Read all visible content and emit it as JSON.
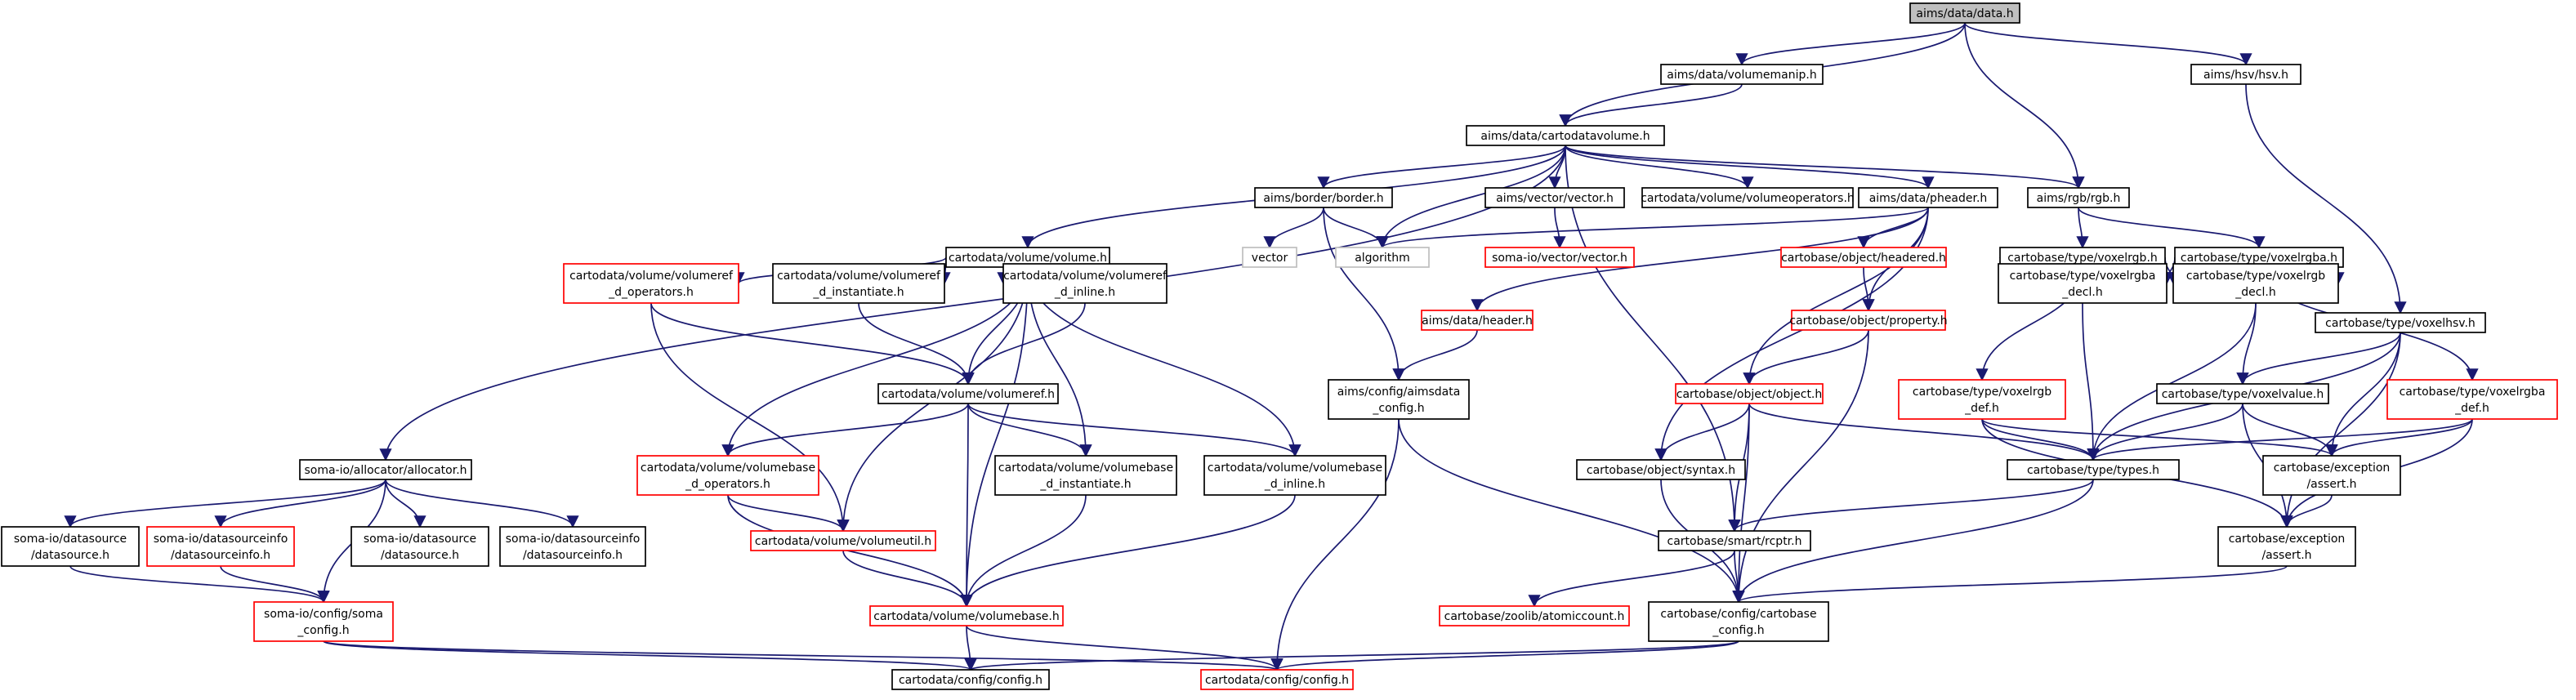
{
  "diagram": {
    "type": "include-dependency-graph",
    "colors": {
      "edge": "#191970",
      "normal_border": "#000000",
      "truncated_border": "#ff0000",
      "undocumented_border": "#bfbfbf",
      "root_fill": "#bfbfbf"
    },
    "nodes": {
      "root": {
        "lines": [
          "aims/data/data.h"
        ],
        "style": "root"
      },
      "volumemanip": {
        "lines": [
          "aims/data/volumemanip.h"
        ],
        "style": "normal"
      },
      "hsv": {
        "lines": [
          "aims/hsv/hsv.h"
        ],
        "style": "normal"
      },
      "cdv": {
        "lines": [
          "aims/data/cartodatavolume.h"
        ],
        "style": "normal"
      },
      "border": {
        "lines": [
          "aims/border/border.h"
        ],
        "style": "normal"
      },
      "vectorh": {
        "lines": [
          "aims/vector/vector.h"
        ],
        "style": "normal"
      },
      "volops": {
        "lines": [
          "cartodata/volume/volumeoperators.h"
        ],
        "style": "normal"
      },
      "pheader": {
        "lines": [
          "aims/data/pheader.h"
        ],
        "style": "normal"
      },
      "rgb": {
        "lines": [
          "aims/rgb/rgb.h"
        ],
        "style": "normal"
      },
      "vector": {
        "lines": [
          "vector"
        ],
        "style": "gray"
      },
      "algorithm": {
        "lines": [
          "algorithm"
        ],
        "style": "gray"
      },
      "somavector": {
        "lines": [
          "soma-io/vector/vector.h"
        ],
        "style": "red"
      },
      "headered": {
        "lines": [
          "cartobase/object/headered.h"
        ],
        "style": "red"
      },
      "voxelrgb": {
        "lines": [
          "cartobase/type/voxelrgb.h"
        ],
        "style": "normal"
      },
      "voxelrgba": {
        "lines": [
          "cartobase/type/voxelrgba.h"
        ],
        "style": "normal"
      },
      "volume": {
        "lines": [
          "cartodata/volume/volume.h"
        ],
        "style": "normal"
      },
      "vrefops": {
        "lines": [
          "cartodata/volume/volumeref",
          "_d_operators.h"
        ],
        "style": "red"
      },
      "vrefinst": {
        "lines": [
          "cartodata/volume/volumeref",
          "_d_instantiate.h"
        ],
        "style": "normal"
      },
      "vrefinline": {
        "lines": [
          "cartodata/volume/volumeref",
          "_d_inline.h"
        ],
        "style": "normal"
      },
      "aheader": {
        "lines": [
          "aims/data/header.h"
        ],
        "style": "red"
      },
      "property": {
        "lines": [
          "cartobase/object/property.h"
        ],
        "style": "red"
      },
      "vrgbadecl": {
        "lines": [
          "cartobase/type/voxelrgba",
          "_decl.h"
        ],
        "style": "normal"
      },
      "vrgbdecl": {
        "lines": [
          "cartobase/type/voxelrgb",
          "_decl.h"
        ],
        "style": "normal"
      },
      "voxelhsv": {
        "lines": [
          "cartobase/type/voxelhsv.h"
        ],
        "style": "normal"
      },
      "volumeref": {
        "lines": [
          "cartodata/volume/volumeref.h"
        ],
        "style": "normal"
      },
      "aimsconfig": {
        "lines": [
          "aims/config/aimsdata",
          "_config.h"
        ],
        "style": "normal"
      },
      "object": {
        "lines": [
          "cartobase/object/object.h"
        ],
        "style": "red"
      },
      "vrgbdef": {
        "lines": [
          "cartobase/type/voxelrgb",
          "_def.h"
        ],
        "style": "red"
      },
      "voxelvalue": {
        "lines": [
          "cartobase/type/voxelvalue.h"
        ],
        "style": "normal"
      },
      "vrgbadef": {
        "lines": [
          "cartobase/type/voxelrgba",
          "_def.h"
        ],
        "style": "red"
      },
      "allocator": {
        "lines": [
          "soma-io/allocator/allocator.h"
        ],
        "style": "normal"
      },
      "vbaseops": {
        "lines": [
          "cartodata/volume/volumebase",
          "_d_operators.h"
        ],
        "style": "red"
      },
      "vbaseinst": {
        "lines": [
          "cartodata/volume/volumebase",
          "_d_instantiate.h"
        ],
        "style": "normal"
      },
      "vbaseinline": {
        "lines": [
          "cartodata/volume/volumebase",
          "_d_inline.h"
        ],
        "style": "normal"
      },
      "syntax": {
        "lines": [
          "cartobase/object/syntax.h"
        ],
        "style": "normal"
      },
      "types": {
        "lines": [
          "cartobase/type/types.h"
        ],
        "style": "normal"
      },
      "excassert1": {
        "lines": [
          "cartobase/exception",
          "/assert.h"
        ],
        "style": "normal"
      },
      "ds1": {
        "lines": [
          "soma-io/datasource",
          "/datasource.h"
        ],
        "style": "normal"
      },
      "dsinfo1": {
        "lines": [
          "soma-io/datasourceinfo",
          "/datasourceinfo.h"
        ],
        "style": "red"
      },
      "ds2": {
        "lines": [
          "soma-io/datasource",
          "/datasource.h"
        ],
        "style": "normal"
      },
      "dsinfo2": {
        "lines": [
          "soma-io/datasourceinfo",
          "/datasourceinfo.h"
        ],
        "style": "normal"
      },
      "volutil": {
        "lines": [
          "cartodata/volume/volumeutil.h"
        ],
        "style": "red"
      },
      "rcptr": {
        "lines": [
          "cartobase/smart/rcptr.h"
        ],
        "style": "normal"
      },
      "excassert2": {
        "lines": [
          "cartobase/exception",
          "/assert.h"
        ],
        "style": "normal"
      },
      "somaconfig": {
        "lines": [
          "soma-io/config/soma",
          "_config.h"
        ],
        "style": "red"
      },
      "volbase": {
        "lines": [
          "cartodata/volume/volumebase.h"
        ],
        "style": "red"
      },
      "atomic": {
        "lines": [
          "cartobase/zoolib/atomiccount.h"
        ],
        "style": "red"
      },
      "cbconfig": {
        "lines": [
          "cartobase/config/cartobase",
          "_config.h"
        ],
        "style": "normal"
      },
      "cdconfig": {
        "lines": [
          "cartodata/config/config.h"
        ],
        "style": "normal"
      },
      "cdconfig2": {
        "lines": [
          "cartodata/config/config.h"
        ],
        "style": "red"
      }
    },
    "edges": [
      [
        "root",
        "volumemanip"
      ],
      [
        "root",
        "hsv"
      ],
      [
        "root",
        "cdv"
      ],
      [
        "root",
        "rgb"
      ],
      [
        "volumemanip",
        "cdv"
      ],
      [
        "hsv",
        "voxelhsv"
      ],
      [
        "cdv",
        "border"
      ],
      [
        "cdv",
        "vectorh"
      ],
      [
        "cdv",
        "volops"
      ],
      [
        "cdv",
        "pheader"
      ],
      [
        "cdv",
        "rgb"
      ],
      [
        "cdv",
        "algorithm"
      ],
      [
        "cdv",
        "volume"
      ],
      [
        "cdv",
        "allocator"
      ],
      [
        "cdv",
        "rcptr"
      ],
      [
        "border",
        "vector"
      ],
      [
        "border",
        "algorithm"
      ],
      [
        "border",
        "aimsconfig"
      ],
      [
        "vectorh",
        "somavector"
      ],
      [
        "pheader",
        "algorithm"
      ],
      [
        "pheader",
        "headered"
      ],
      [
        "pheader",
        "aheader"
      ],
      [
        "pheader",
        "property"
      ],
      [
        "pheader",
        "object"
      ],
      [
        "pheader",
        "syntax"
      ],
      [
        "rgb",
        "voxelrgb"
      ],
      [
        "rgb",
        "voxelrgba"
      ],
      [
        "headered",
        "property"
      ],
      [
        "voxelrgb",
        "vrgbadecl"
      ],
      [
        "voxelrgb",
        "vrgbdecl"
      ],
      [
        "voxelrgb",
        "vrgbdef"
      ],
      [
        "voxelrgba",
        "vrgbadecl"
      ],
      [
        "voxelrgba",
        "vrgbdecl"
      ],
      [
        "voxelrgba",
        "vrgbadef"
      ],
      [
        "volume",
        "vrefops"
      ],
      [
        "volume",
        "vrefinst"
      ],
      [
        "volume",
        "vrefinline"
      ],
      [
        "volume",
        "volumeref"
      ],
      [
        "volume",
        "vbaseops"
      ],
      [
        "volume",
        "vbaseinst"
      ],
      [
        "volume",
        "vbaseinline"
      ],
      [
        "volume",
        "volutil"
      ],
      [
        "volume",
        "volbase"
      ],
      [
        "vrefops",
        "volumeref"
      ],
      [
        "vrefops",
        "volutil"
      ],
      [
        "vrefinst",
        "volumeref"
      ],
      [
        "vrefinline",
        "volumeref"
      ],
      [
        "aheader",
        "aimsconfig"
      ],
      [
        "property",
        "object"
      ],
      [
        "property",
        "cbconfig"
      ],
      [
        "vrgbadecl",
        "types"
      ],
      [
        "vrgbdecl",
        "voxelvalue"
      ],
      [
        "vrgbdecl",
        "types"
      ],
      [
        "voxelhsv",
        "voxelvalue"
      ],
      [
        "voxelhsv",
        "types"
      ],
      [
        "voxelhsv",
        "excassert1"
      ],
      [
        "voxelhsv",
        "excassert2"
      ],
      [
        "volumeref",
        "vbaseops"
      ],
      [
        "volumeref",
        "vbaseinst"
      ],
      [
        "volumeref",
        "vbaseinline"
      ],
      [
        "volumeref",
        "volbase"
      ],
      [
        "aimsconfig",
        "cdconfig2"
      ],
      [
        "aimsconfig",
        "cbconfig"
      ],
      [
        "object",
        "syntax"
      ],
      [
        "object",
        "types"
      ],
      [
        "object",
        "rcptr"
      ],
      [
        "object",
        "cbconfig"
      ],
      [
        "vrgbdef",
        "types"
      ],
      [
        "vrgbdef",
        "excassert1"
      ],
      [
        "vrgbdef",
        "excassert2"
      ],
      [
        "voxelvalue",
        "types"
      ],
      [
        "voxelvalue",
        "excassert1"
      ],
      [
        "voxelvalue",
        "excassert2"
      ],
      [
        "vrgbadef",
        "types"
      ],
      [
        "vrgbadef",
        "excassert1"
      ],
      [
        "vrgbadef",
        "excassert2"
      ],
      [
        "allocator",
        "ds1"
      ],
      [
        "allocator",
        "dsinfo1"
      ],
      [
        "allocator",
        "ds2"
      ],
      [
        "allocator",
        "dsinfo2"
      ],
      [
        "allocator",
        "somaconfig"
      ],
      [
        "vbaseops",
        "volutil"
      ],
      [
        "vbaseops",
        "volbase"
      ],
      [
        "vbaseinst",
        "volbase"
      ],
      [
        "vbaseinline",
        "volbase"
      ],
      [
        "syntax",
        "cbconfig"
      ],
      [
        "types",
        "rcptr"
      ],
      [
        "types",
        "cbconfig"
      ],
      [
        "excassert1",
        "excassert2"
      ],
      [
        "ds1",
        "somaconfig"
      ],
      [
        "dsinfo1",
        "somaconfig"
      ],
      [
        "volutil",
        "volbase"
      ],
      [
        "rcptr",
        "atomic"
      ],
      [
        "rcptr",
        "cbconfig"
      ],
      [
        "excassert2",
        "cbconfig"
      ],
      [
        "somaconfig",
        "cdconfig"
      ],
      [
        "somaconfig",
        "cdconfig2"
      ],
      [
        "volbase",
        "cdconfig"
      ],
      [
        "volbase",
        "cdconfig2"
      ],
      [
        "cbconfig",
        "cdconfig"
      ],
      [
        "cbconfig",
        "cdconfig2"
      ]
    ]
  }
}
